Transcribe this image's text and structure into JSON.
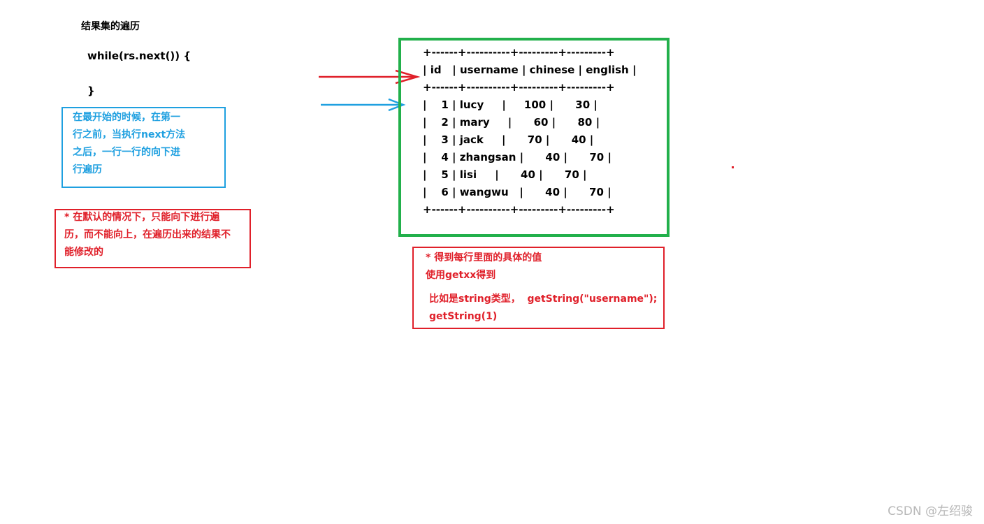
{
  "title": "结果集的遍历",
  "code": {
    "line1": "while(rs.next()) {",
    "line2": "}"
  },
  "blue_note": {
    "lines": [
      "在最开始的时候，在第一",
      "行之前，当执行next方法",
      "之后，一行一行的向下进",
      "行遍历"
    ]
  },
  "red_note_1": {
    "lines": [
      "* 在默认的情况下，只能向下进行遍",
      "历，而不能向上，在遍历出来的结果不",
      "能修改的"
    ]
  },
  "table": {
    "border": "+------+----------+---------+---------+",
    "header": "| id   | username | chinese | english |",
    "rows": [
      "|    1 | lucy     |     100 |      30 |",
      "|    2 | mary     |      60 |      80 |",
      "|    3 | jack     |      70 |      40 |",
      "|    4 | zhangsan |      40 |      70 |",
      "|    5 | lisi     |      40 |      70 |",
      "|    6 | wangwu   |      40 |      70 |"
    ]
  },
  "red_note_2": {
    "line1": "* 得到每行里面的具体的值",
    "line2": "使用getxx得到",
    "line3": "比如是string类型，  getString(\"username\");",
    "line4": "getString(1)"
  },
  "watermark": "CSDN @左绍骏",
  "colors": {
    "blue": "#1fa0e0",
    "red": "#e0202a",
    "green": "#22b04b"
  }
}
